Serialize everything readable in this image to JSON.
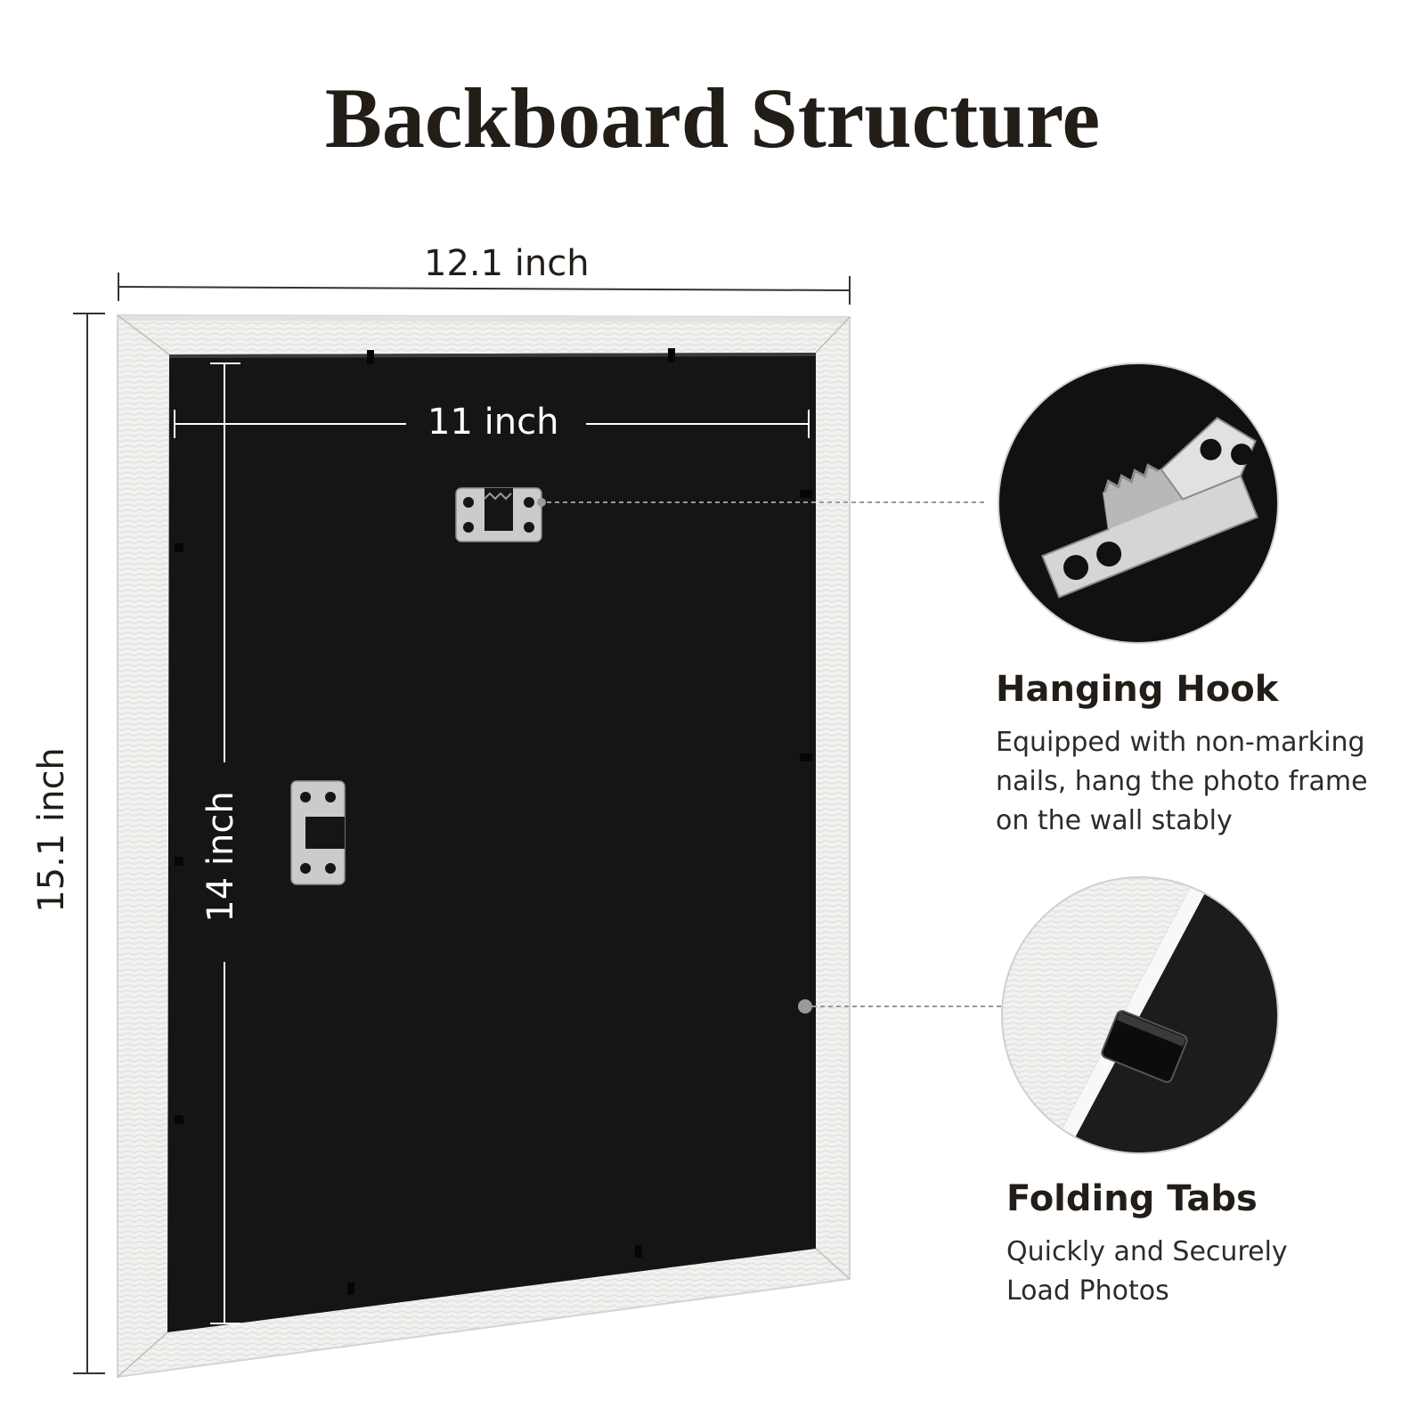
{
  "title": "Backboard Structure",
  "dimensions": {
    "frame_width": "12.1 inch",
    "frame_height": "15.1 inch",
    "board_width": "11 inch",
    "board_height": "14 inch"
  },
  "callouts": [
    {
      "heading": "Hanging Hook",
      "description_lines": [
        "Equipped with non-marking",
        "nails, hang the photo frame",
        "on the wall stably"
      ]
    },
    {
      "heading": "Folding Tabs",
      "description_lines": [
        "Quickly and Securely",
        "Load Photos"
      ]
    }
  ],
  "colors": {
    "backboard": "#151515",
    "frame": "#ebebea",
    "hook_metal": "#c9cbcd",
    "text": "#231d18",
    "leader_line": "#9a9a9a"
  }
}
